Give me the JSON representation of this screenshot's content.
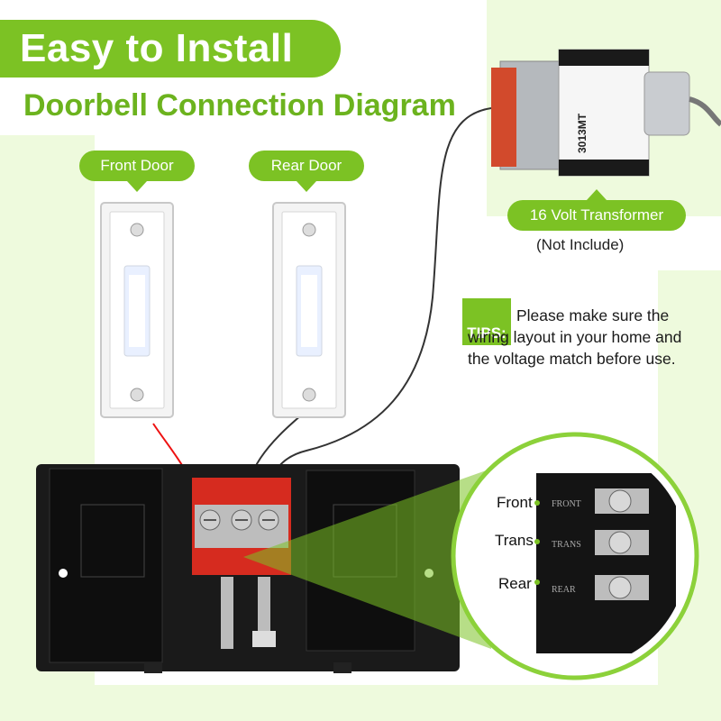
{
  "header": {
    "title": "Easy to Install",
    "subtitle": "Doorbell Connection Diagram"
  },
  "buttons": [
    {
      "label": "Front Door"
    },
    {
      "label": "Rear Door"
    }
  ],
  "transformer": {
    "label": "16 Volt Transformer",
    "note": "(Not Include)",
    "model": "3013MT"
  },
  "tips": {
    "label": "TIPS:",
    "text": "Please make sure the wiring layout in your home and the voltage match before use."
  },
  "terminals": [
    {
      "label": "Front"
    },
    {
      "label": "Trans"
    },
    {
      "label": "Rear"
    }
  ],
  "colors": {
    "accent": "#7cc224",
    "background_tint": "#eefadd",
    "chime_body": "#111111",
    "terminal_plate": "#d62b1f"
  }
}
